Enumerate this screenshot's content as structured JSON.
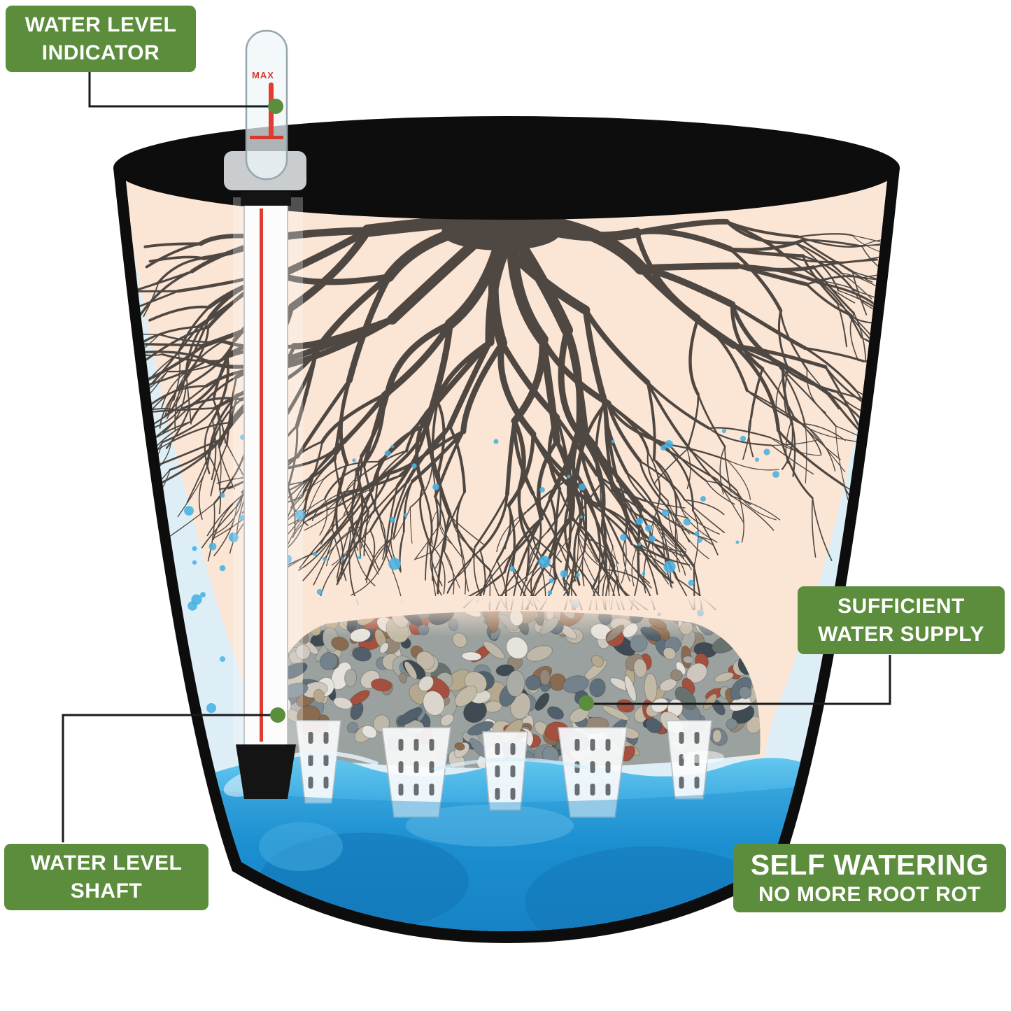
{
  "labels": {
    "water_level_indicator": {
      "line1": "WATER LEVEL",
      "line2": "INDICATOR"
    },
    "sufficient_water_supply": {
      "line1": "SUFFICIENT",
      "line2": "WATER SUPPLY"
    },
    "water_level_shaft": {
      "line1": "WATER LEVEL",
      "line2": "SHAFT"
    },
    "self_watering": {
      "line1": "SELF WATERING",
      "line2": "NO MORE ROOT ROT"
    }
  },
  "indicator": {
    "scale_text": "MAX"
  },
  "colors": {
    "label_green": "#5c8d3c",
    "dot_green": "#5c8d3c",
    "callout_line": "#1a1a1a",
    "pot_black": "#0d0d0d",
    "soil": "#fbe5d5",
    "root": "#4f4842",
    "water_dot_blue": "#47b0e2",
    "water_blue": "#1b8fd2",
    "indicator_red": "#e23b30"
  }
}
